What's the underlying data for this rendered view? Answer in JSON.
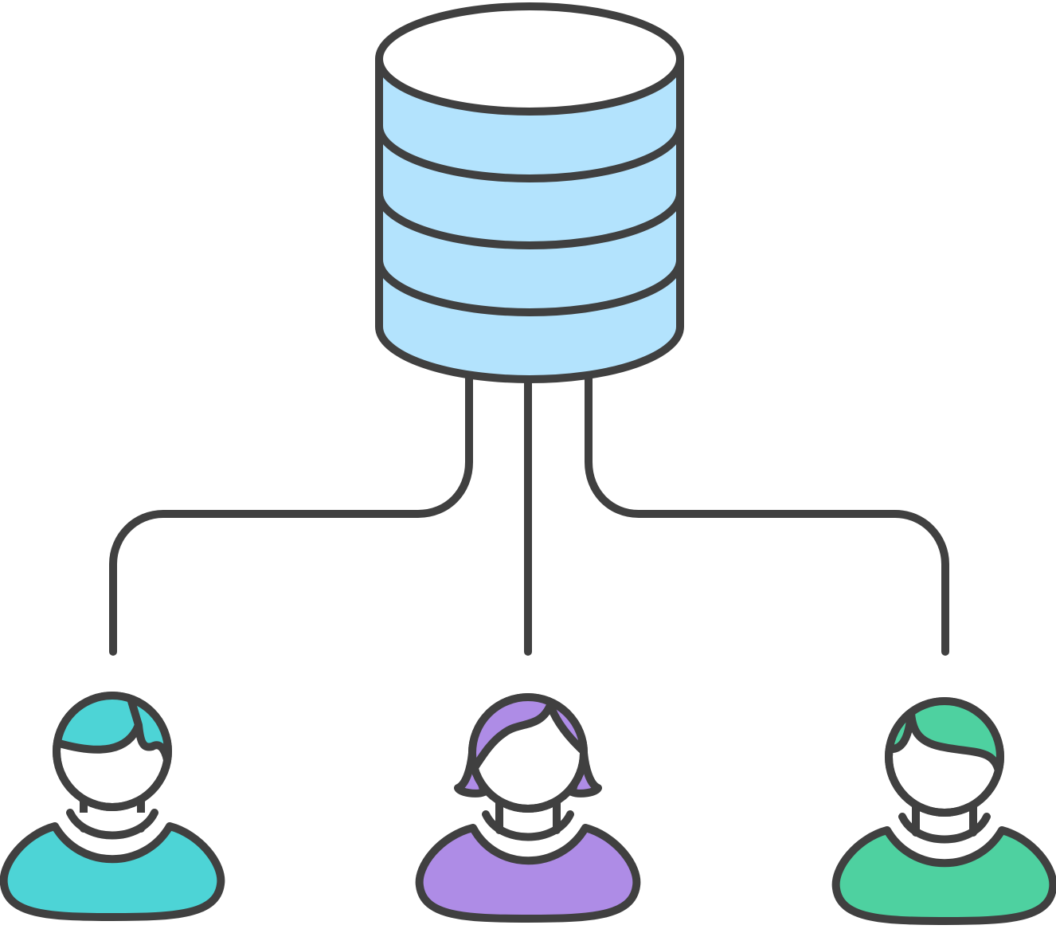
{
  "diagram": {
    "type": "database-to-users",
    "colors": {
      "stroke": "#404040",
      "database_fill": "#b3e3fd",
      "database_top": "#ffffff",
      "user_left": "#4dd4d6",
      "user_center": "#ae8ce6",
      "user_right": "#4ed1a0",
      "skin": "#ffffff"
    },
    "nodes": [
      {
        "id": "database",
        "icon": "database-icon"
      },
      {
        "id": "user-left",
        "icon": "user-icon"
      },
      {
        "id": "user-center",
        "icon": "user-icon"
      },
      {
        "id": "user-right",
        "icon": "user-icon"
      }
    ],
    "edges": [
      {
        "from": "database",
        "to": "user-left"
      },
      {
        "from": "database",
        "to": "user-center"
      },
      {
        "from": "database",
        "to": "user-right"
      }
    ]
  }
}
